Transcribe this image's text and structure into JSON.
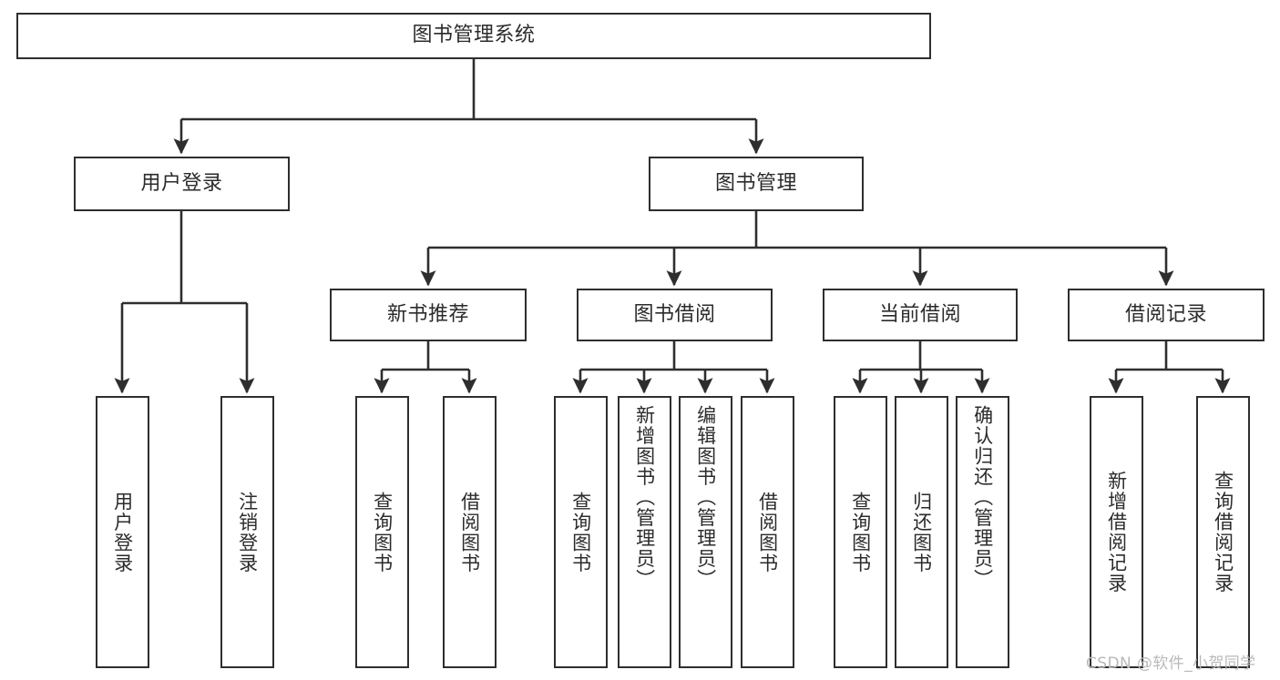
{
  "diagram": {
    "type": "tree-hierarchy",
    "title": "图书管理系统",
    "watermark": "CSDN @软件_小贺同学",
    "colors": {
      "stroke": "#2e2e2e",
      "text": "#2b2b2b",
      "background": "#ffffff",
      "watermark": "#b9b9b9"
    },
    "nodes": {
      "root": {
        "label": "图书管理系统"
      },
      "level1": [
        {
          "label": "用户登录"
        },
        {
          "label": "图书管理"
        }
      ],
      "level2": [
        {
          "label": "新书推荐"
        },
        {
          "label": "图书借阅"
        },
        {
          "label": "当前借阅"
        },
        {
          "label": "借阅记录"
        }
      ],
      "leaves": {
        "user_login": [
          {
            "label": "用户登录"
          },
          {
            "label": "注销登录"
          }
        ],
        "new_book": [
          {
            "label": "查询图书"
          },
          {
            "label": "借阅图书"
          }
        ],
        "book_borrow": [
          {
            "label": "查询图书"
          },
          {
            "label": "新增图书（管理员）"
          },
          {
            "label": "编辑图书（管理员）"
          },
          {
            "label": "借阅图书"
          }
        ],
        "current_borrow": [
          {
            "label": "查询图书"
          },
          {
            "label": "归还图书"
          },
          {
            "label": "确认归还（管理员）"
          }
        ],
        "borrow_record": [
          {
            "label": "新增借阅记录"
          },
          {
            "label": "查询借阅记录"
          }
        ]
      }
    },
    "edges": [
      {
        "from": "图书管理系统",
        "to": "用户登录"
      },
      {
        "from": "图书管理系统",
        "to": "图书管理"
      },
      {
        "from": "图书管理",
        "to": "新书推荐"
      },
      {
        "from": "图书管理",
        "to": "图书借阅"
      },
      {
        "from": "图书管理",
        "to": "当前借阅"
      },
      {
        "from": "图书管理",
        "to": "借阅记录"
      },
      {
        "from": "用户登录",
        "to": "用户登录"
      },
      {
        "from": "用户登录",
        "to": "注销登录"
      },
      {
        "from": "新书推荐",
        "to": "查询图书"
      },
      {
        "from": "新书推荐",
        "to": "借阅图书"
      },
      {
        "from": "图书借阅",
        "to": "查询图书"
      },
      {
        "from": "图书借阅",
        "to": "新增图书（管理员）"
      },
      {
        "from": "图书借阅",
        "to": "编辑图书（管理员）"
      },
      {
        "from": "图书借阅",
        "to": "借阅图书"
      },
      {
        "from": "当前借阅",
        "to": "查询图书"
      },
      {
        "from": "当前借阅",
        "to": "归还图书"
      },
      {
        "from": "当前借阅",
        "to": "确认归还（管理员）"
      },
      {
        "from": "借阅记录",
        "to": "新增借阅记录"
      },
      {
        "from": "借阅记录",
        "to": "查询借阅记录"
      }
    ]
  }
}
